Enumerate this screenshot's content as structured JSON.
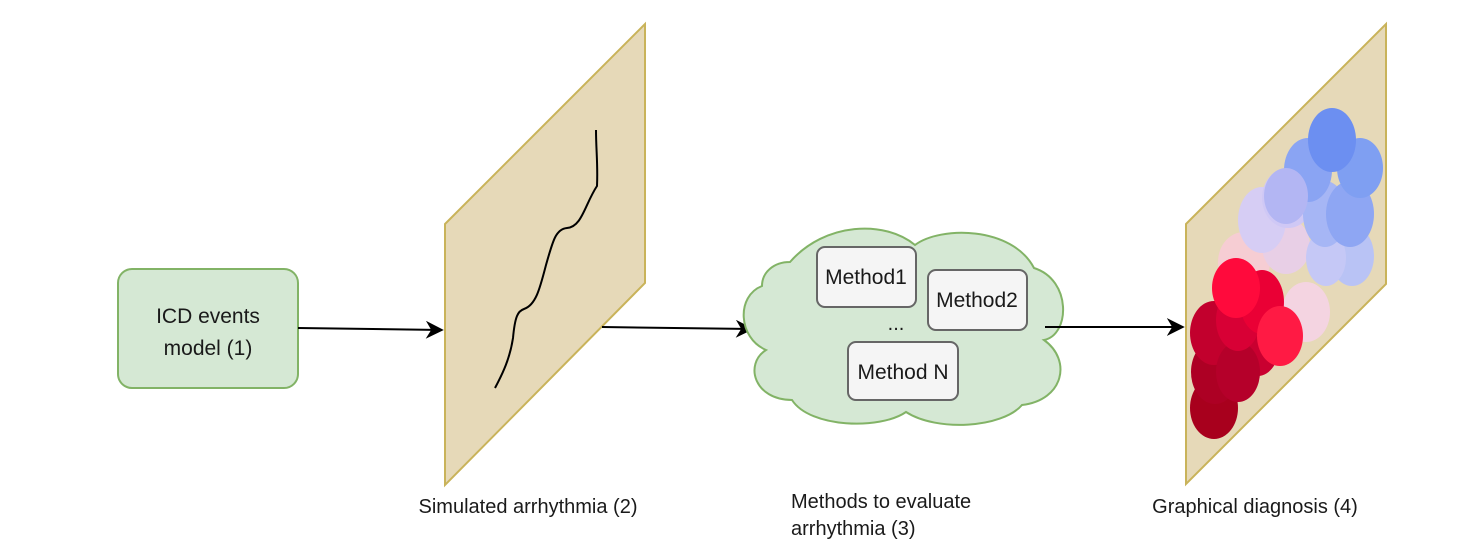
{
  "nodes": {
    "icd_model": {
      "line1": "ICD events",
      "line2": "model (1)"
    },
    "methods": {
      "m1": "Method1",
      "m2": "Method2",
      "ellipsis": "...",
      "mn": "Method N"
    }
  },
  "captions": {
    "simulated": "Simulated arrhythmia (2)",
    "methods_line1": "Methods to evaluate",
    "methods_line2": "arrhythmia (3)",
    "graphical": "Graphical diagnosis (4)"
  },
  "colors": {
    "green_fill": "#d5e8d4",
    "green_stroke": "#82b366",
    "panel_fill": "#e6d9b8",
    "panel_stroke": "#c9b35a",
    "method_fill": "#f5f5f5",
    "method_stroke": "#666666"
  }
}
